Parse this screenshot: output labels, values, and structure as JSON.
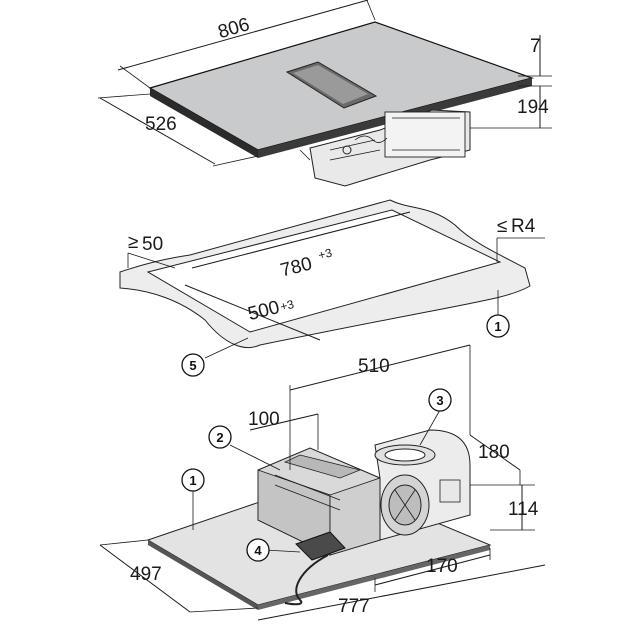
{
  "cooktop": {
    "dim_width": "806",
    "dim_depth": "526",
    "dim_glass_thickness": "7",
    "dim_total_height": "194"
  },
  "cutout": {
    "dim_side_clearance_symbol": "≥",
    "dim_side_clearance": "50",
    "dim_length": "780",
    "dim_length_tol": "+3",
    "dim_width": "500",
    "dim_width_tol": "+3",
    "dim_radius_symbol": "≤",
    "dim_radius": "R4"
  },
  "underside": {
    "dim_fan_span": "510",
    "dim_offset": "100",
    "dim_depth_back": "180",
    "dim_height": "114",
    "dim_duct": "170",
    "dim_depth": "497",
    "dim_width": "777"
  },
  "callouts": [
    "1",
    "2",
    "3",
    "4",
    "5"
  ]
}
